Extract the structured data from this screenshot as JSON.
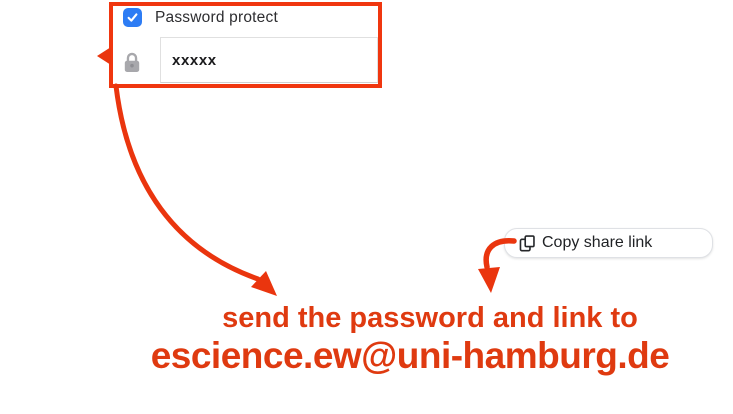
{
  "colors": {
    "annotation_red": "#ea350e",
    "annotation_text_red": "#df3a10",
    "checkbox_blue": "#2d7cf4",
    "lock_gray": "#a8a8ac",
    "button_border": "#dfe1e5",
    "button_text": "#1f2124"
  },
  "password_panel": {
    "checkbox_label": "Password protect",
    "checkbox_checked": "true",
    "password_value": "xxxxx"
  },
  "icons": {
    "checkmark": "check-icon",
    "lock": "lock-icon",
    "copy": "copy-icon"
  },
  "share": {
    "copy_button_label": "Copy share link"
  },
  "instruction": {
    "line1": "send the password and link to",
    "line2": "escience.ew@uni-hamburg.de"
  }
}
